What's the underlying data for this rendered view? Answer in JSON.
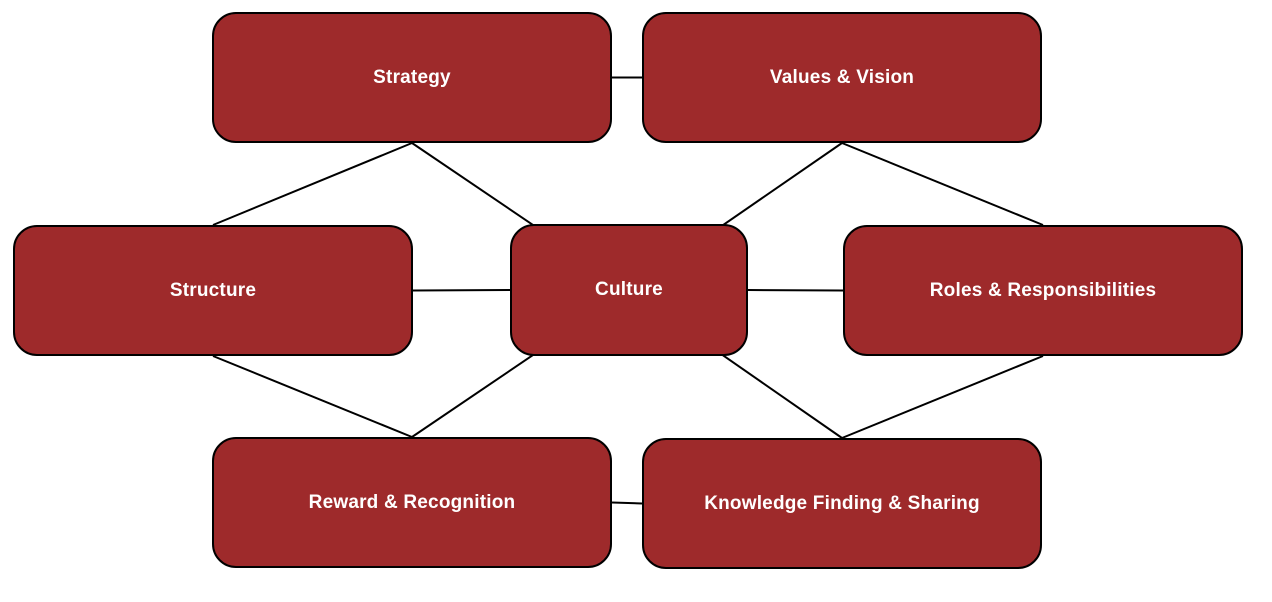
{
  "diagram": {
    "type": "network-diagram",
    "nodes": [
      {
        "id": "strategy",
        "label": "Strategy"
      },
      {
        "id": "values_vision",
        "label": "Values & Vision"
      },
      {
        "id": "structure",
        "label": "Structure"
      },
      {
        "id": "culture",
        "label": "Culture"
      },
      {
        "id": "roles_resp",
        "label": "Roles & Responsibilities"
      },
      {
        "id": "reward_recog",
        "label": "Reward & Recognition"
      },
      {
        "id": "knowledge",
        "label": "Knowledge Finding & Sharing"
      }
    ],
    "edges": [
      [
        "strategy",
        "values_vision"
      ],
      [
        "strategy",
        "structure"
      ],
      [
        "strategy",
        "culture"
      ],
      [
        "values_vision",
        "culture"
      ],
      [
        "values_vision",
        "roles_resp"
      ],
      [
        "structure",
        "culture"
      ],
      [
        "culture",
        "roles_resp"
      ],
      [
        "structure",
        "reward_recog"
      ],
      [
        "culture",
        "reward_recog"
      ],
      [
        "culture",
        "knowledge"
      ],
      [
        "roles_resp",
        "knowledge"
      ],
      [
        "reward_recog",
        "knowledge"
      ]
    ],
    "colors": {
      "node_fill": "#9E2A2B",
      "node_border": "#000000",
      "node_text": "#FFFFFF",
      "edge": "#000000",
      "background": "#FFFFFF"
    }
  }
}
